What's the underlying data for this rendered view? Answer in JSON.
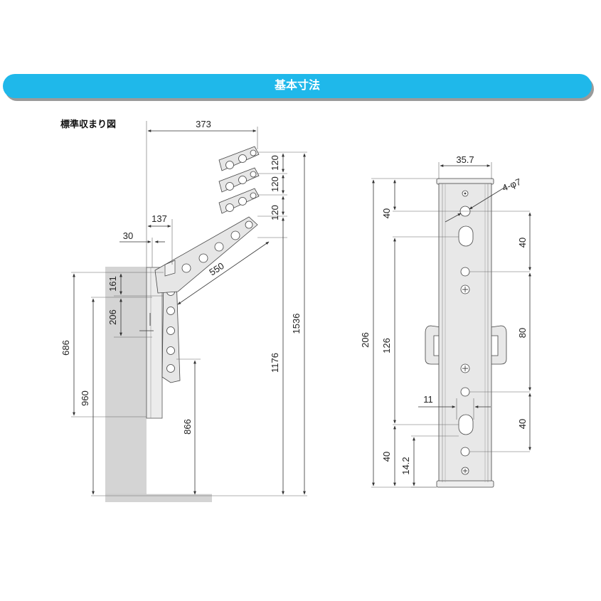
{
  "header": {
    "title": "基本寸法"
  },
  "side_view": {
    "title": "標準収まり図",
    "dims": {
      "d373": "373",
      "d120a": "120",
      "d120b": "120",
      "d120c": "120",
      "d137": "137",
      "d30": "30",
      "d550": "550",
      "d161": "161",
      "d206": "206",
      "d686": "686",
      "d960": "960",
      "d866": "866",
      "d1176": "1176",
      "d1536": "1536"
    }
  },
  "front_view": {
    "dims": {
      "d35_7": "35.7",
      "hole": "4-φ7",
      "d40_top": "40",
      "d126": "126",
      "d206": "206",
      "d40_bottom_left": "40",
      "d14_2": "14.2",
      "d11": "11",
      "d40_right_top": "40",
      "d80": "80",
      "d40_right_bottom": "40"
    }
  },
  "colors": {
    "banner": "#1fb8ea",
    "wall": "#d4d4d4",
    "metal": "#e6e6e6"
  }
}
